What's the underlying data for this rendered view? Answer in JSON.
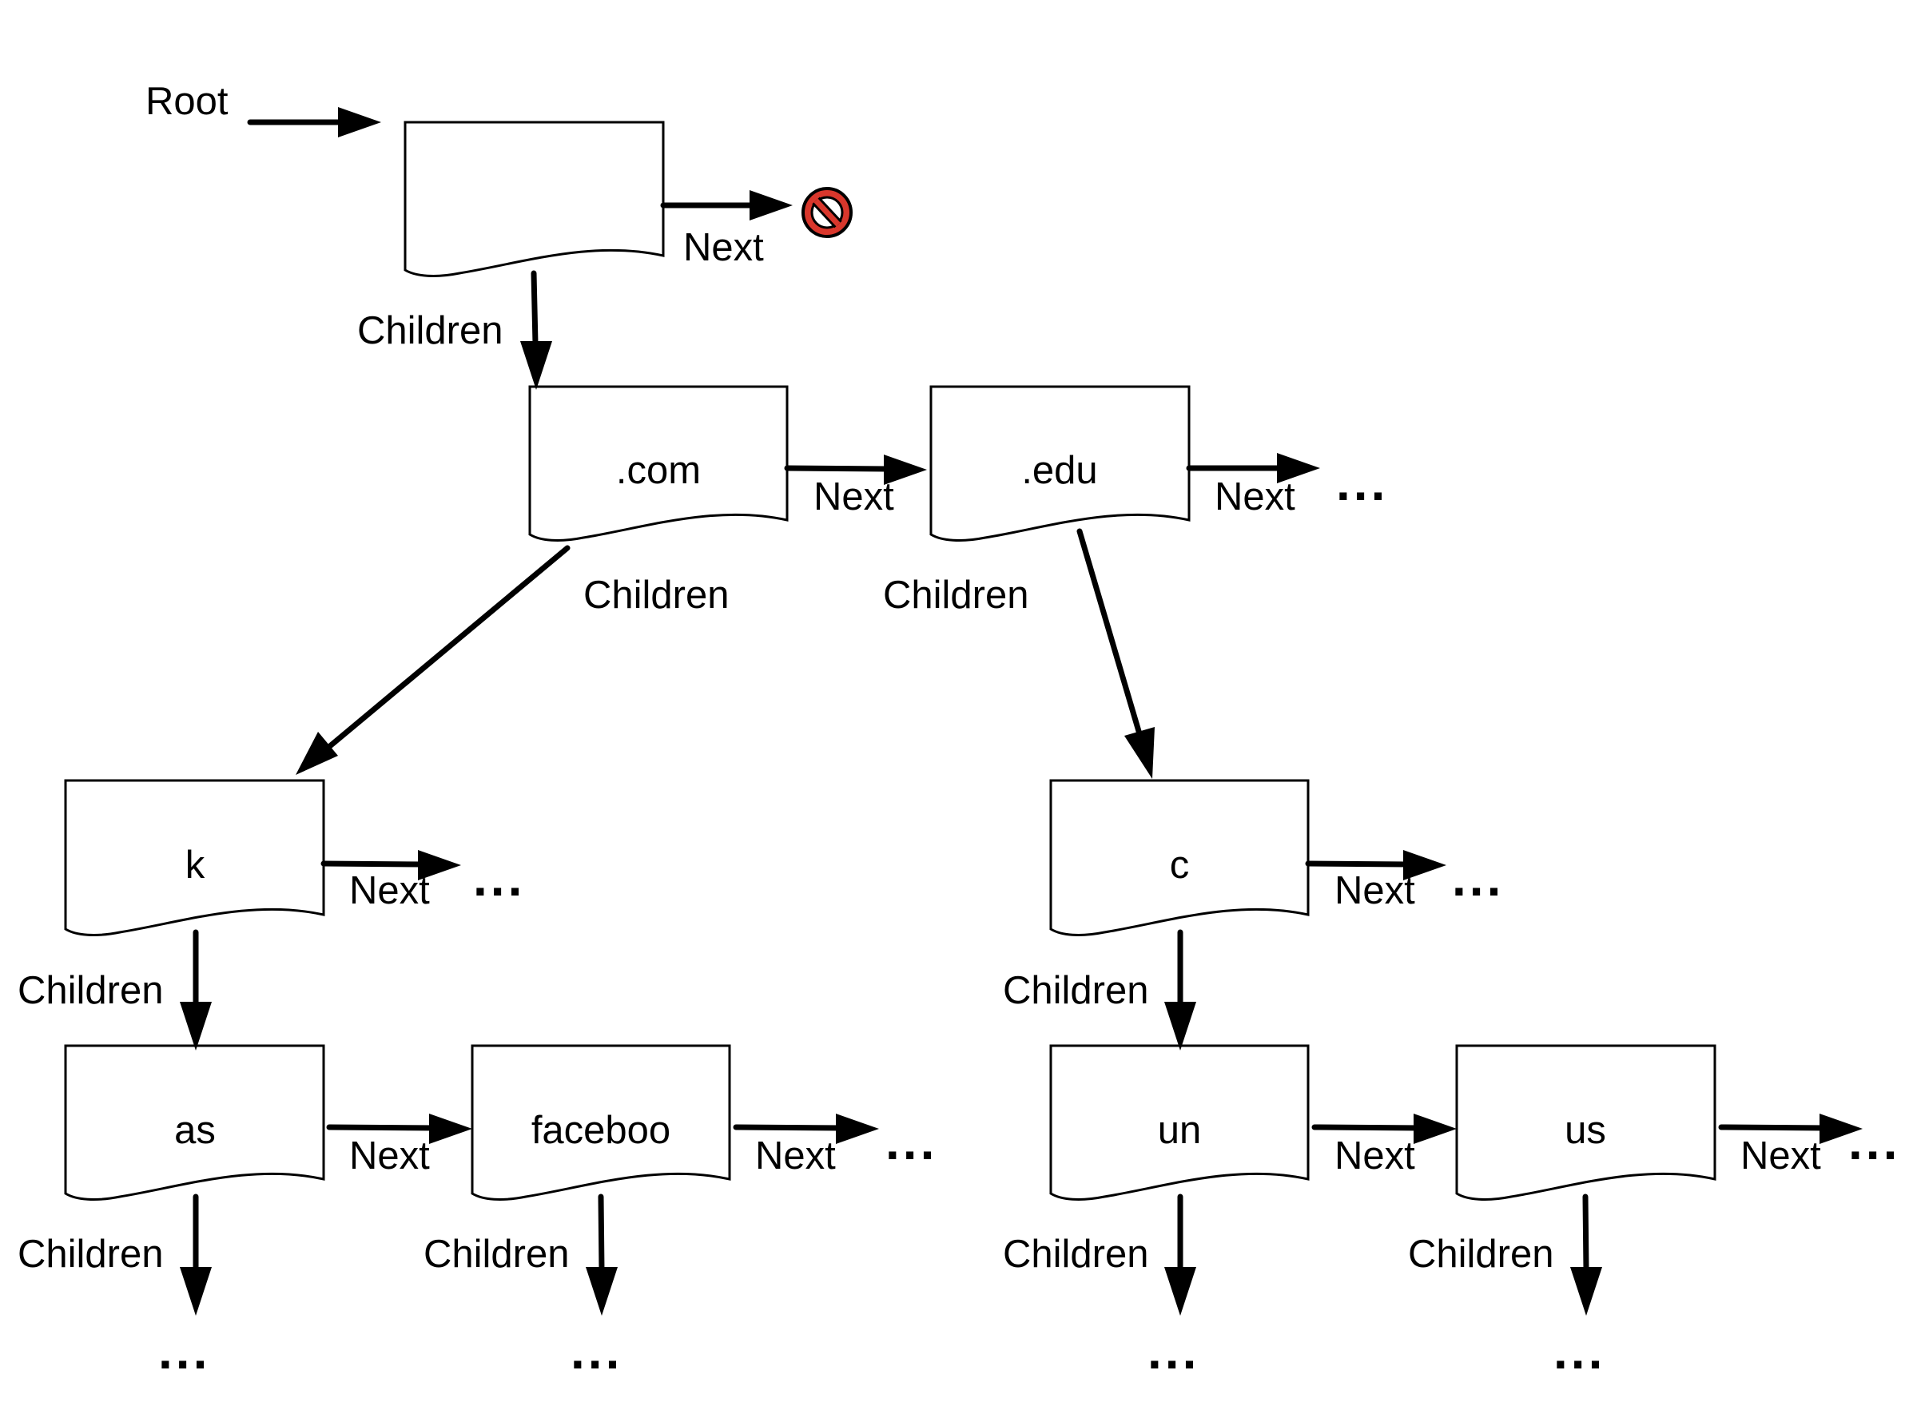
{
  "colors": {
    "line": "#000000",
    "node_fill": "#ffffff",
    "null_icon_fill": "#d9372c",
    "null_icon_stroke": "#000000"
  },
  "root_label": "Root",
  "edge_labels": {
    "next": "Next",
    "children": "Children"
  },
  "ellipsis": "...",
  "null_icon": "no-entry-icon",
  "nodes": [
    {
      "id": "root",
      "label": ""
    },
    {
      "id": "com",
      "label": ".com"
    },
    {
      "id": "edu",
      "label": ".edu"
    },
    {
      "id": "k",
      "label": "k"
    },
    {
      "id": "c",
      "label": "c"
    },
    {
      "id": "as",
      "label": "as"
    },
    {
      "id": "faceboo",
      "label": "faceboo"
    },
    {
      "id": "un",
      "label": "un"
    },
    {
      "id": "us",
      "label": "us"
    }
  ]
}
